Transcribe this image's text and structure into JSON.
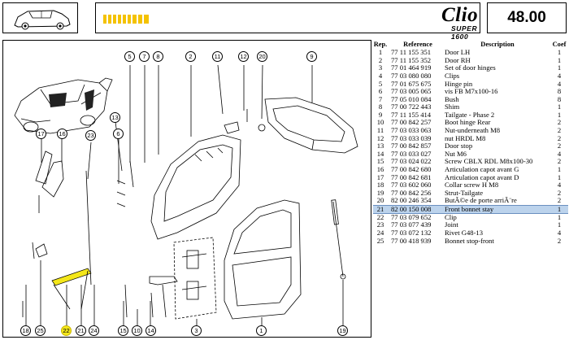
{
  "header": {
    "model_logo": "Clio",
    "model_sub": "SUPER 1600",
    "page_number": "48.00",
    "stripe_color": "#f4c200"
  },
  "table": {
    "headers": {
      "rep": "Rep.",
      "reference": "Reference",
      "description": "Description",
      "coef": "Coef"
    },
    "highlight_color": "#bcd3ec",
    "rows": [
      {
        "rep": "1",
        "ref": "77 11 155 351",
        "desc": "Door LH",
        "coef": "1"
      },
      {
        "rep": "2",
        "ref": "77 11 155 352",
        "desc": "Door RH",
        "coef": "1"
      },
      {
        "rep": "3",
        "ref": "77 01 464 919",
        "desc": "Set of door hinges",
        "coef": "1"
      },
      {
        "rep": "4",
        "ref": "77 03 080 080",
        "desc": "Clips",
        "coef": "4"
      },
      {
        "rep": "5",
        "ref": "77 01 675 675",
        "desc": "Hinge pin",
        "coef": "4"
      },
      {
        "rep": "6",
        "ref": "77 03 005 065",
        "desc": "vis FB M7x100-16",
        "coef": "8"
      },
      {
        "rep": "7",
        "ref": "77 05 010 084",
        "desc": "Bush",
        "coef": "8"
      },
      {
        "rep": "8",
        "ref": "77 00 722 443",
        "desc": "Shim",
        "coef": "1"
      },
      {
        "rep": "9",
        "ref": "77 11 155 414",
        "desc": "Tailgate - Phase 2",
        "coef": "1"
      },
      {
        "rep": "10",
        "ref": "77 00 842 257",
        "desc": "Boot hinge Rear",
        "coef": "2"
      },
      {
        "rep": "11",
        "ref": "77 03 033 063",
        "desc": "Nut-underneath M8",
        "coef": "2"
      },
      {
        "rep": "12",
        "ref": "77 03 033 039",
        "desc": "nut HRDL M8",
        "coef": "2"
      },
      {
        "rep": "13",
        "ref": "77 00 842 857",
        "desc": "Door stop",
        "coef": "2"
      },
      {
        "rep": "14",
        "ref": "77 03 033 027",
        "desc": "Nut M6",
        "coef": "4"
      },
      {
        "rep": "15",
        "ref": "77 03 024 022",
        "desc": "Screw CBLX RDL M8x100-30",
        "coef": "2"
      },
      {
        "rep": "16",
        "ref": "77 00 842 680",
        "desc": "Articulation capot avant G",
        "coef": "1"
      },
      {
        "rep": "17",
        "ref": "77 00 842 681",
        "desc": "Articulation capot avant D",
        "coef": "1"
      },
      {
        "rep": "18",
        "ref": "77 03 602 060",
        "desc": "Collar screw H M8",
        "coef": "4"
      },
      {
        "rep": "19",
        "ref": "77 00 842 256",
        "desc": "Strut-Tailgate",
        "coef": "2"
      },
      {
        "rep": "20",
        "ref": "82 00 246 354",
        "desc": "ButÃ©e de porte arriÃ¨re",
        "coef": "2"
      },
      {
        "rep": "21",
        "ref": "82 00 150 008",
        "desc": "Front bonnet stay",
        "coef": "1",
        "highlight": true
      },
      {
        "rep": "22",
        "ref": "77 03 079 652",
        "desc": "Clip",
        "coef": "1"
      },
      {
        "rep": "23",
        "ref": "77 03 077 439",
        "desc": "Joint",
        "coef": "1"
      },
      {
        "rep": "24",
        "ref": "77 03 072 132",
        "desc": "Rivet G48-13",
        "coef": "4"
      },
      {
        "rep": "25",
        "ref": "77 00 418 939",
        "desc": "Bonnet stop-front",
        "coef": "2"
      }
    ]
  },
  "diagram": {
    "highlight_color": "#f4e71a",
    "callouts_top": [
      "5",
      "7",
      "8",
      "2",
      "11",
      "12",
      "20",
      "9",
      "17",
      "16",
      "23",
      "6",
      "13"
    ],
    "callouts_bottom": [
      "18",
      "25",
      "22",
      "21",
      "24",
      "15",
      "10",
      "14",
      "3",
      "1",
      "19"
    ],
    "highlighted": [
      "22"
    ]
  }
}
